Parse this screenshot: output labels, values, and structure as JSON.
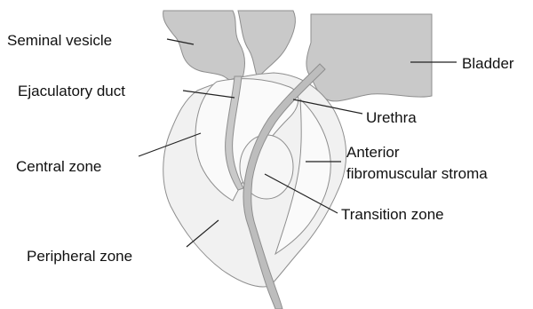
{
  "labels": {
    "seminal_vesicle": "Seminal vesicle",
    "ejaculatory_duct": "Ejaculatory duct",
    "central_zone": "Central zone",
    "peripheral_zone": "Peripheral zone",
    "bladder": "Bladder",
    "urethra": "Urethra",
    "anterior_line1": "Anterior",
    "anterior_line2": "fibromuscular stroma",
    "transition_zone": "Transition zone"
  },
  "colors": {
    "organ_fill": "#c9c9c9",
    "organ_stroke": "#8e8e8e",
    "zone_fill": "#f1f1f1",
    "zone_fill_light": "#fafafa",
    "urethra_fill": "#bdbdbd",
    "line": "#222222",
    "text": "#111111"
  }
}
